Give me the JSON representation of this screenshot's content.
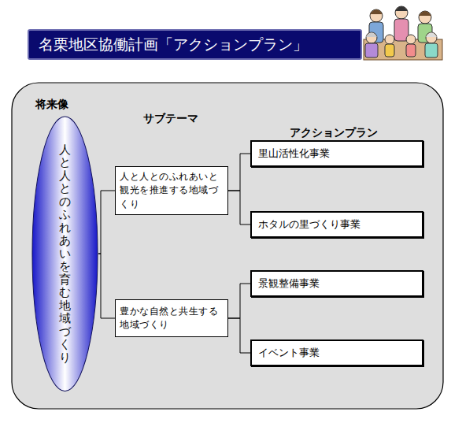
{
  "diagram": {
    "title": "名栗地区協働計画「アクションプラン」",
    "nodes": [
      {
        "text": [
          "人と人とのふれあいを育む 地域づくり"
        ]
      },
      {
        "text": [
          "人と人とのふれあいと観光を推進する地域づくり"
        ]
      },
      {
        "text": [
          "豊かな自然と共生する地域づくり"
        ]
      },
      {
        "text": [
          "里山活性化事業"
        ]
      },
      {
        "text": [
          "ホタルの里づくり事業"
        ]
      },
      {
        "text": [
          "景観整備事業"
        ]
      },
      {
        "text": [
          "イベント事業"
        ]
      }
    ],
    "edges": [
      {
        "from": 0,
        "to": 1,
        "arrow": "none"
      },
      {
        "from": 0,
        "to": 2,
        "arrow": "none"
      },
      {
        "from": 1,
        "to": 3,
        "arrow": "none"
      },
      {
        "from": 1,
        "to": 4,
        "arrow": "none"
      },
      {
        "from": 2,
        "to": 5,
        "arrow": "none"
      },
      {
        "from": 2,
        "to": 6,
        "arrow": "none"
      }
    ],
    "labels": [
      "将来像",
      "サブテーマ",
      "アクションプラン"
    ]
  }
}
